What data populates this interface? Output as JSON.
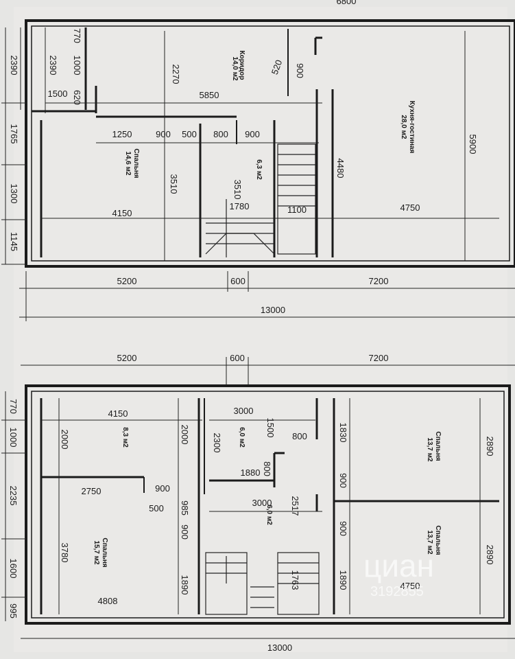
{
  "top_plan": {
    "dims_top": [
      "770",
      "6800"
    ],
    "dims_left_outer": [
      "2390",
      "1765",
      "1300",
      "1145"
    ],
    "dims_left_inner": [
      "2390",
      "1000"
    ],
    "dims_left_small": [
      "770",
      "1500",
      "620"
    ],
    "dims_inner": [
      "2270",
      "520",
      "900",
      "5850",
      "1250",
      "900",
      "500",
      "800",
      "900",
      "3510",
      "3510",
      "4480",
      "5900",
      "4150",
      "1780",
      "1100",
      "4750"
    ],
    "rooms": [
      {
        "name": "Коридор",
        "area": "14,0 м2"
      },
      {
        "name": "Кухня-гостиная",
        "area": "28,0 м2"
      },
      {
        "name": "Спальня",
        "area": "14,6 м2"
      },
      {
        "name": "",
        "area": "6,3 м2"
      }
    ],
    "dims_bottom": [
      "5200",
      "600",
      "7200"
    ],
    "total": "13000"
  },
  "bottom_plan": {
    "dims_top": [
      "5200",
      "600",
      "7200"
    ],
    "dims_left": [
      "770",
      "1000",
      "2235",
      "1600",
      "995"
    ],
    "dims_inner": [
      "4150",
      "3000",
      "1500",
      "800",
      "1830",
      "2890",
      "2000",
      "2000",
      "2300",
      "1880",
      "800",
      "2750",
      "900",
      "500",
      "985",
      "3000",
      "2517",
      "900",
      "900",
      "900",
      "2890",
      "3780",
      "1890",
      "1763",
      "1890",
      "4808",
      "4750"
    ],
    "rooms": [
      {
        "name": "",
        "area": "8,3 м2"
      },
      {
        "name": "",
        "area": "6,0 м2"
      },
      {
        "name": "Спальня",
        "area": "13,7 м2"
      },
      {
        "name": "",
        "area": "6,0 м2"
      },
      {
        "name": "Спальня",
        "area": "13,7 м2"
      },
      {
        "name": "Спальня",
        "area": "15,7 м2"
      }
    ],
    "total": "13000"
  },
  "watermark": {
    "brand": "циан",
    "id": "3192855"
  }
}
